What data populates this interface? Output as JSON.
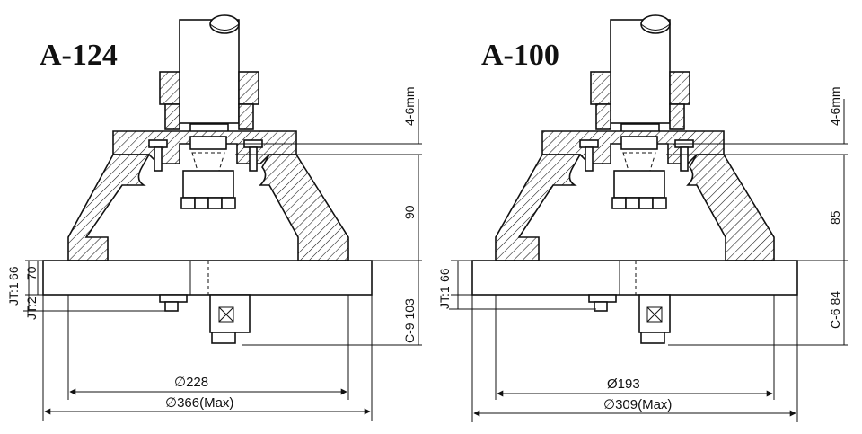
{
  "left": {
    "title": "A-124",
    "dim_top": "4-6mm",
    "dim_height": "90",
    "dim_base": "C-9 103",
    "dim_side_a": "66",
    "dim_side_b": "70",
    "jt_1": "JT:1",
    "jt_2": "JT:2",
    "dia_inner": "∅228",
    "dia_outer": "∅366(Max)"
  },
  "right": {
    "title": "A-100",
    "dim_top": "4-6mm",
    "dim_height": "85",
    "dim_base": "C-6 84",
    "dim_side_a": "66",
    "jt_1": "JT:1",
    "dia_inner": "Ø193",
    "dia_outer": "∅309(Max)"
  }
}
